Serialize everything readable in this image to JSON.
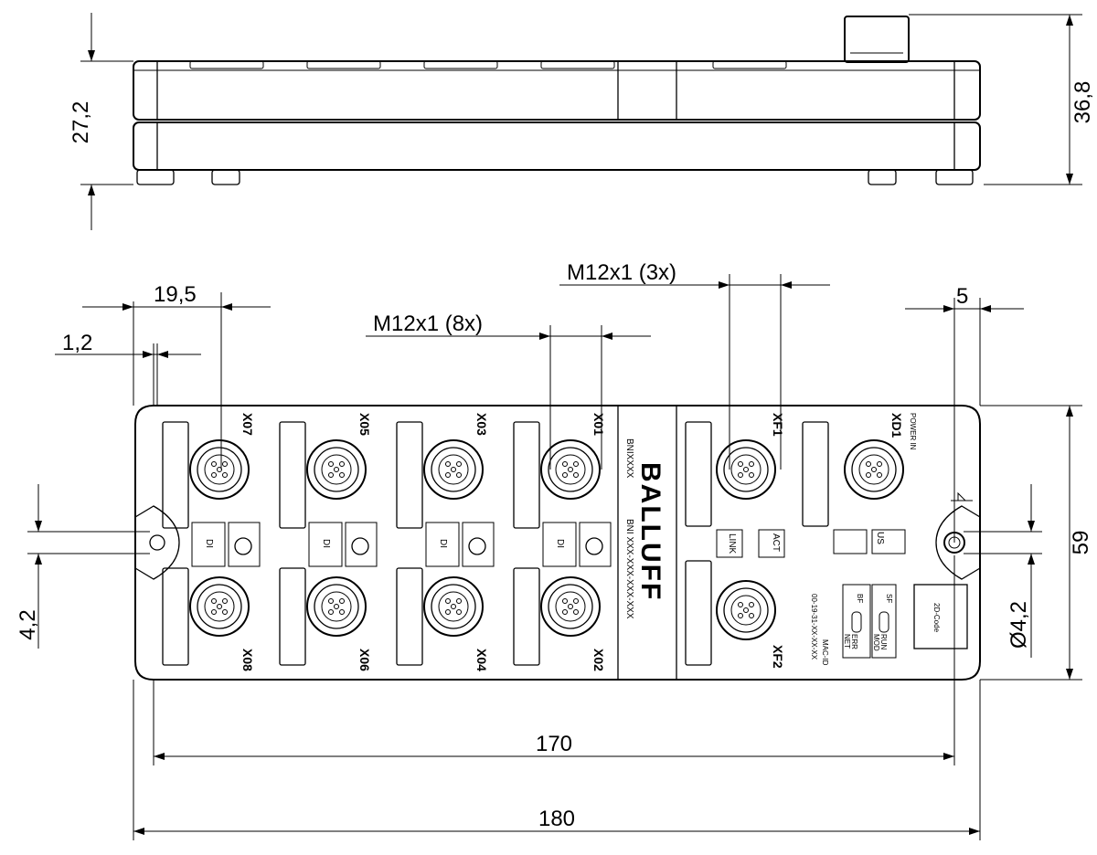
{
  "dimensions": {
    "side_height_body": "27,2",
    "side_height_total": "36,8",
    "pitch": "19,5",
    "offset": "1,2",
    "thread_8x": "M12x1 (8x)",
    "thread_3x": "M12x1 (3x)",
    "edge": "5",
    "hole_offset": "4,2",
    "hole_diameter": "Ø4,2",
    "width_inner": "170",
    "width_total": "180",
    "height": "59"
  },
  "ports": {
    "top": [
      "X07",
      "X05",
      "X03",
      "X01"
    ],
    "bottom": [
      "X08",
      "X06",
      "X04",
      "X02"
    ],
    "fieldbus": [
      "XF1",
      "XF2"
    ],
    "power": "XD1",
    "power_label": "POWER IN"
  },
  "labels": {
    "di": "DI",
    "link": "LINK",
    "act": "ACT",
    "us": "US",
    "brand": "BALLUFF",
    "model": "BNIXXXX",
    "model_number": "BNI XXX-XXX-XXX-XXX",
    "mac_label": "MAC-ID",
    "mac_value": "00-19-31-XX-XX-XX",
    "bf": "BF",
    "sf": "SF",
    "err": "ERR",
    "net": "NET",
    "run": "RUN",
    "mod": "MOD",
    "code": "2D-Code"
  }
}
